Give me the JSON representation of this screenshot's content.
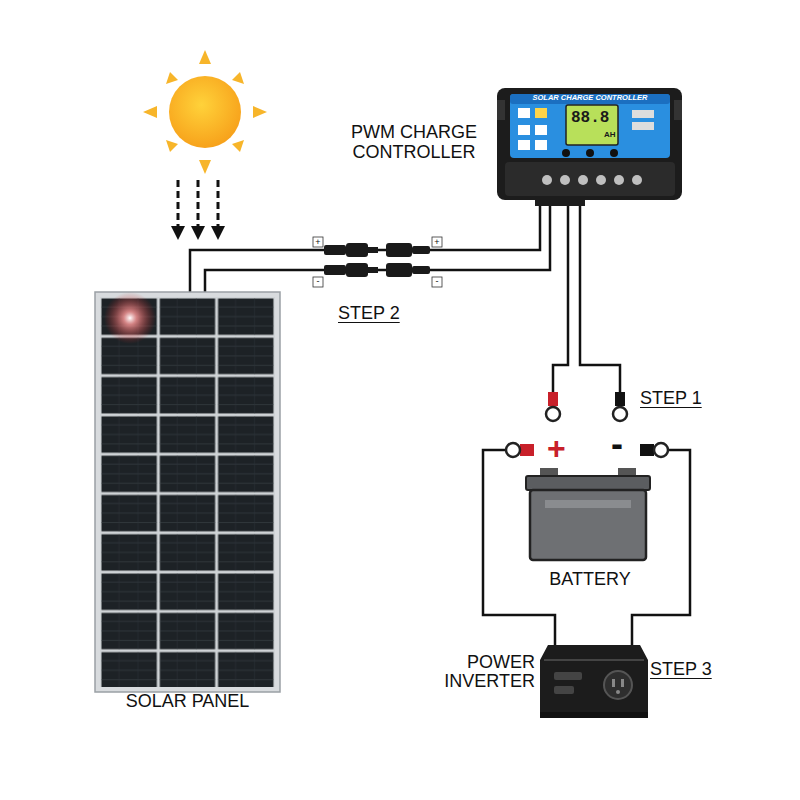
{
  "diagram": {
    "nodes": [
      {
        "text": [
          "SOLAR PANEL"
        ]
      },
      {
        "text": [
          "PWM CHARGE CONTROLLER",
          "SOLAR CHARGE CONTROLLER"
        ]
      },
      {
        "text": [
          "BATTERY"
        ]
      },
      {
        "text": [
          "POWER INVERTER"
        ]
      }
    ],
    "edges": [
      {
        "from": 0,
        "to": 1,
        "arrow": "none"
      },
      {
        "from": 1,
        "to": 2,
        "arrow": "none"
      },
      {
        "from": 2,
        "to": 3,
        "arrow": "none"
      }
    ],
    "labels": [
      "88.8",
      "AH",
      "+",
      "+",
      "-",
      "-",
      "STEP 2",
      "STEP 1",
      "+",
      "-",
      "STEP 3"
    ]
  }
}
